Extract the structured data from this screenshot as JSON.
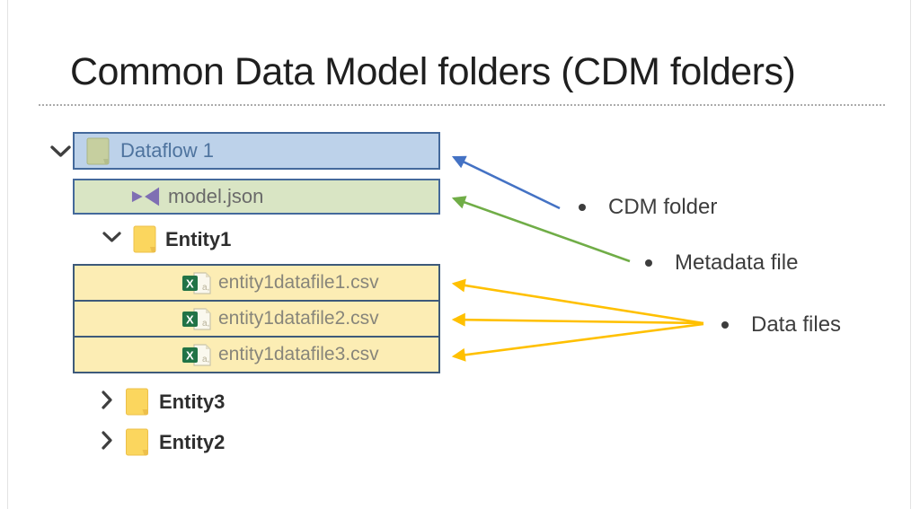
{
  "title": "Common Data Model folders (CDM folders)",
  "tree": {
    "dataflow": {
      "label": "Dataflow 1",
      "icon": "folder-icon",
      "fill": "#bdd2ea"
    },
    "model": {
      "label": "model.json",
      "icon": "visual-studio-icon",
      "fill": "#d9e5c4"
    },
    "entity1": {
      "label": "Entity1",
      "icon": "folder-icon",
      "state": "expanded"
    },
    "datafiles": [
      {
        "label": "entity1datafile1.csv",
        "icon": "excel-csv-icon",
        "fill": "#fcedb4"
      },
      {
        "label": "entity1datafile2.csv",
        "icon": "excel-csv-icon",
        "fill": "#fcedb4"
      },
      {
        "label": "entity1datafile3.csv",
        "icon": "excel-csv-icon",
        "fill": "#fcedb4"
      }
    ],
    "entity3": {
      "label": "Entity3",
      "icon": "folder-icon",
      "state": "collapsed"
    },
    "entity2": {
      "label": "Entity2",
      "icon": "folder-icon",
      "state": "collapsed"
    }
  },
  "annotations": [
    {
      "label": "CDM folder",
      "arrow_color": "#4472c4",
      "points_to": "Dataflow 1"
    },
    {
      "label": "Metadata file",
      "arrow_color": "#70ad47",
      "points_to": "model.json"
    },
    {
      "label": "Data files",
      "arrow_color": "#ffc000",
      "points_to": "entity1 csv files"
    }
  ],
  "colors": {
    "cdm_box_fill": "#bdd2ea",
    "metadata_box_fill": "#d9e5c4",
    "datafile_box_fill": "#fcedb4",
    "box_border": "#44699b",
    "arrow_blue": "#4472c4",
    "arrow_green": "#70ad47",
    "arrow_yellow": "#ffc000",
    "folder_yellow": "#fbd65e",
    "vs_purple": "#7f6fb3",
    "excel_green": "#217346"
  }
}
